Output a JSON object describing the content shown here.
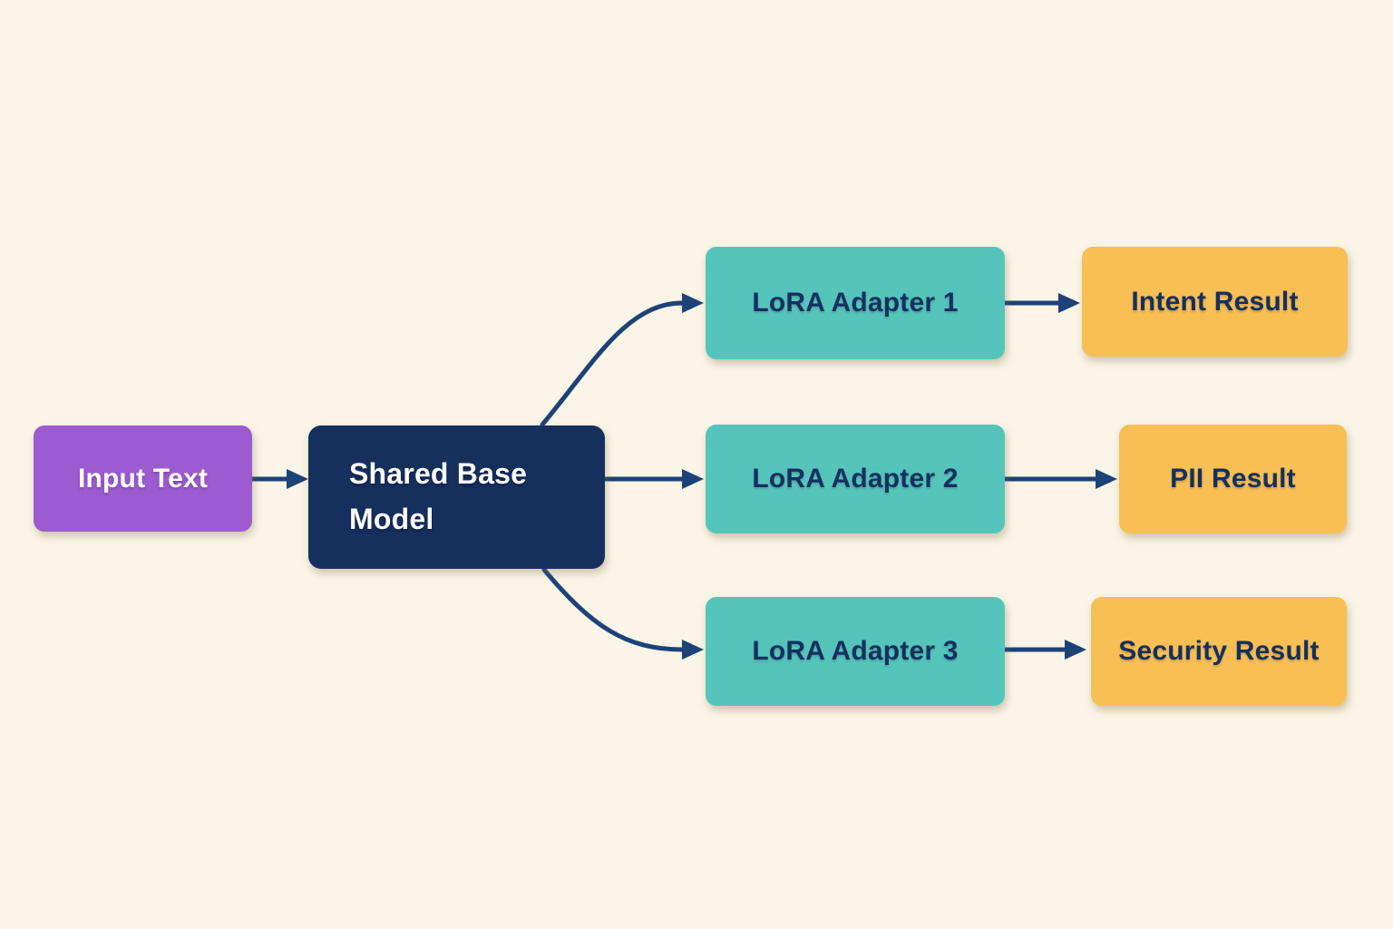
{
  "colors": {
    "background": "#FAF5E7",
    "input_fill": "#9D5BD2",
    "base_fill": "#16305E",
    "adapter_fill": "#55C5BC",
    "result_fill": "#F8BF55",
    "arrow": "#1C4278",
    "text_light": "#FFFFFF",
    "text_dark": "#14305F"
  },
  "nodes": {
    "input": {
      "label": "Input Text"
    },
    "base": {
      "label": "Shared Base Model"
    },
    "adapter1": {
      "label": "LoRA Adapter 1"
    },
    "adapter2": {
      "label": "LoRA Adapter 2"
    },
    "adapter3": {
      "label": "LoRA Adapter 3"
    },
    "result1": {
      "label": "Intent Result"
    },
    "result2": {
      "label": "PII Result"
    },
    "result3": {
      "label": "Security Result"
    }
  },
  "edges": [
    {
      "from": "Input Text",
      "to": "Shared Base Model"
    },
    {
      "from": "Shared Base Model",
      "to": "LoRA Adapter 1"
    },
    {
      "from": "Shared Base Model",
      "to": "LoRA Adapter 2"
    },
    {
      "from": "Shared Base Model",
      "to": "LoRA Adapter 3"
    },
    {
      "from": "LoRA Adapter 1",
      "to": "Intent Result"
    },
    {
      "from": "LoRA Adapter 2",
      "to": "PII Result"
    },
    {
      "from": "LoRA Adapter 3",
      "to": "Security Result"
    }
  ]
}
